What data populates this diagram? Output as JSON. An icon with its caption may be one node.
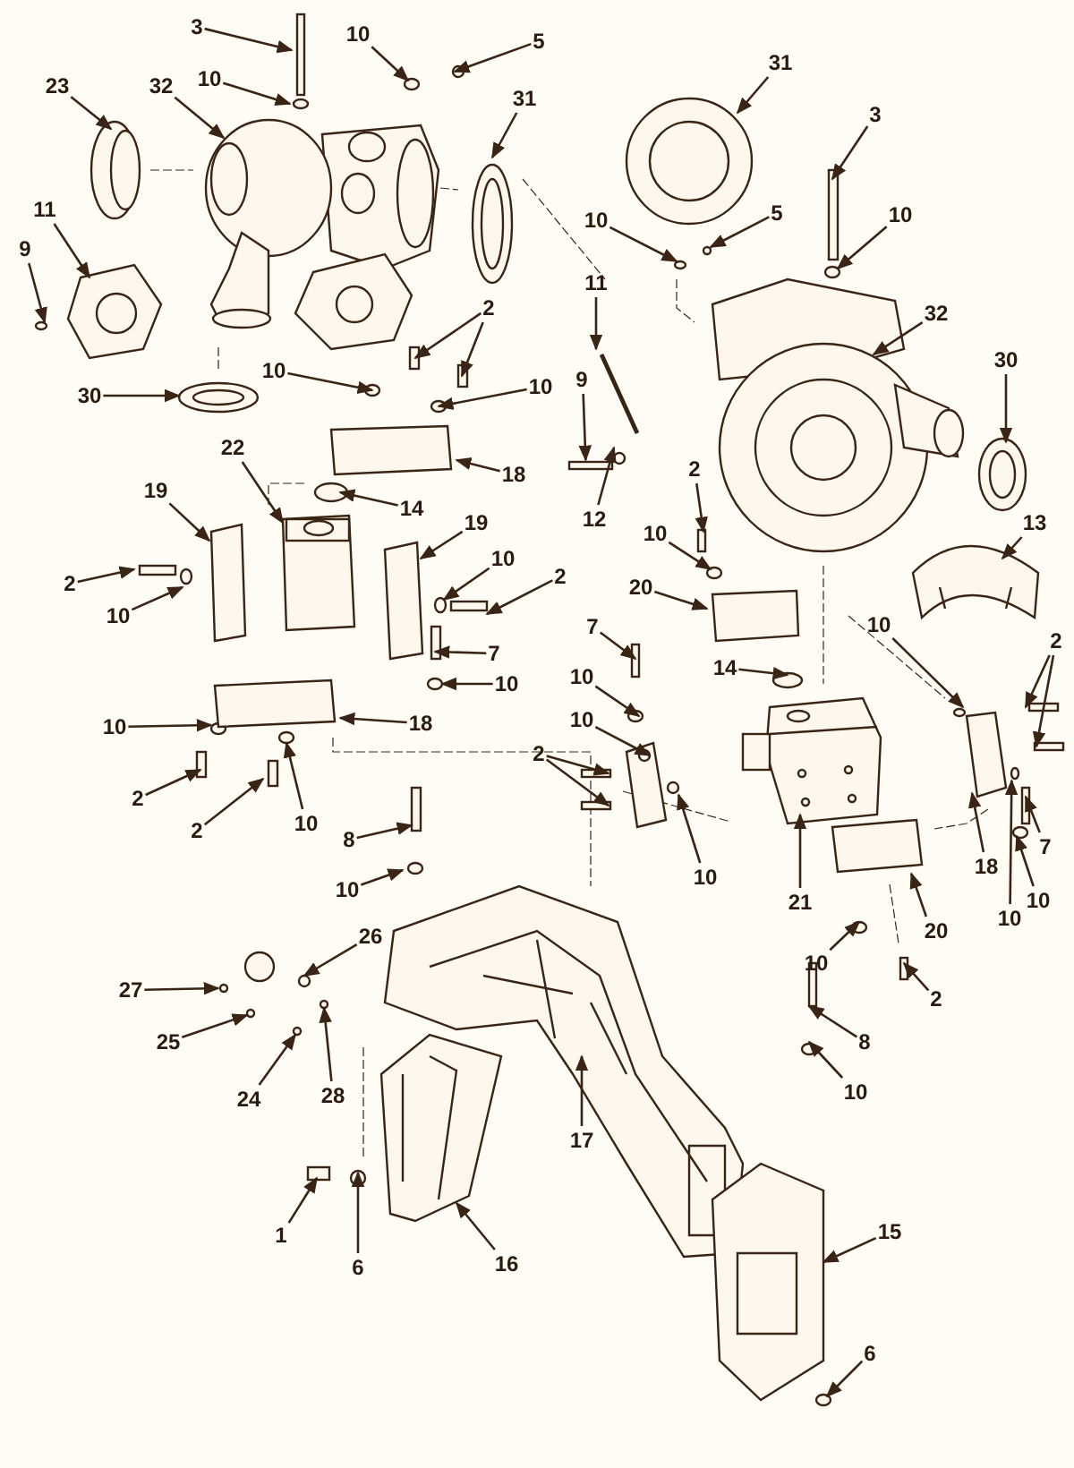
{
  "diagram": {
    "nodes": [
      {
        "text": [
          "3"
        ]
      },
      {
        "text": [
          "10"
        ]
      },
      {
        "text": [
          "10"
        ]
      },
      {
        "text": [
          "5"
        ]
      },
      {
        "text": [
          "23"
        ]
      },
      {
        "text": [
          "32"
        ]
      },
      {
        "text": [
          "31"
        ]
      },
      {
        "text": [
          "11"
        ]
      },
      {
        "text": [
          "9"
        ]
      },
      {
        "text": [
          "30"
        ]
      },
      {
        "text": [
          "10"
        ]
      },
      {
        "text": [
          "2"
        ]
      },
      {
        "text": [
          "10"
        ]
      },
      {
        "text": [
          "22"
        ]
      },
      {
        "text": [
          "18"
        ]
      },
      {
        "text": [
          "14"
        ]
      },
      {
        "text": [
          "19"
        ]
      },
      {
        "text": [
          "19"
        ]
      },
      {
        "text": [
          "10"
        ]
      },
      {
        "text": [
          "2"
        ]
      },
      {
        "text": [
          "10"
        ]
      },
      {
        "text": [
          "2"
        ]
      },
      {
        "text": [
          "7"
        ]
      },
      {
        "text": [
          "10"
        ]
      },
      {
        "text": [
          "10"
        ]
      },
      {
        "text": [
          "18"
        ]
      },
      {
        "text": [
          "2"
        ]
      },
      {
        "text": [
          "2"
        ]
      },
      {
        "text": [
          "10"
        ]
      },
      {
        "text": [
          "8"
        ]
      },
      {
        "text": [
          "10"
        ]
      },
      {
        "text": [
          "26"
        ]
      },
      {
        "text": [
          "27"
        ]
      },
      {
        "text": [
          "25"
        ]
      },
      {
        "text": [
          "24"
        ]
      },
      {
        "text": [
          "28"
        ]
      },
      {
        "text": [
          "1"
        ]
      },
      {
        "text": [
          "6"
        ]
      },
      {
        "text": [
          "16"
        ]
      },
      {
        "text": [
          "17"
        ]
      },
      {
        "text": [
          "15"
        ]
      },
      {
        "text": [
          "6"
        ]
      },
      {
        "text": [
          "31"
        ]
      },
      {
        "text": [
          "3"
        ]
      },
      {
        "text": [
          "10"
        ]
      },
      {
        "text": [
          "5"
        ]
      },
      {
        "text": [
          "10"
        ]
      },
      {
        "text": [
          "11"
        ]
      },
      {
        "text": [
          "32"
        ]
      },
      {
        "text": [
          "9"
        ]
      },
      {
        "text": [
          "12"
        ]
      },
      {
        "text": [
          "30"
        ]
      },
      {
        "text": [
          "13"
        ]
      },
      {
        "text": [
          "2"
        ]
      },
      {
        "text": [
          "10"
        ]
      },
      {
        "text": [
          "20"
        ]
      },
      {
        "text": [
          "14"
        ]
      },
      {
        "text": [
          "7"
        ]
      },
      {
        "text": [
          "10"
        ]
      },
      {
        "text": [
          "10"
        ]
      },
      {
        "text": [
          "2"
        ]
      },
      {
        "text": [
          "10"
        ]
      },
      {
        "text": [
          "2"
        ]
      },
      {
        "text": [
          "7"
        ]
      },
      {
        "text": [
          "10"
        ]
      },
      {
        "text": [
          "18"
        ]
      },
      {
        "text": [
          "10"
        ]
      },
      {
        "text": [
          "10"
        ]
      },
      {
        "text": [
          "21"
        ]
      },
      {
        "text": [
          "20"
        ]
      },
      {
        "text": [
          "10"
        ]
      },
      {
        "text": [
          "2"
        ]
      },
      {
        "text": [
          "8"
        ]
      },
      {
        "text": [
          "10"
        ]
      },
      {
        "text": [],
        "shape": "box"
      },
      {
        "text": [],
        "shape": "circle"
      },
      {
        "text": [],
        "shape": "circle"
      },
      {
        "text": [],
        "shape": "circle"
      },
      {
        "text": [],
        "shape": "circle"
      },
      {
        "text": [],
        "shape": "picture"
      },
      {
        "text": [],
        "shape": "circle"
      },
      {
        "text": [],
        "shape": "picture"
      },
      {
        "text": [],
        "shape": "circle"
      },
      {
        "text": [],
        "shape": "circle"
      },
      {
        "text": [],
        "shape": "circle"
      },
      {
        "text": [],
        "shape": "box"
      },
      {
        "text": [],
        "shape": "box"
      },
      {
        "text": [],
        "shape": "circle"
      },
      {
        "text": [],
        "shape": "picture"
      },
      {
        "text": [],
        "shape": "box"
      },
      {
        "text": [],
        "shape": "circle"
      },
      {
        "text": [],
        "shape": "box"
      },
      {
        "text": [],
        "shape": "box"
      },
      {
        "text": [],
        "shape": "circle"
      },
      {
        "text": [],
        "shape": "box"
      },
      {
        "text": [],
        "shape": "circle"
      },
      {
        "text": [],
        "shape": "box"
      },
      {
        "text": [],
        "shape": "box"
      },
      {
        "text": [],
        "shape": "circle"
      },
      {
        "text": [],
        "shape": "circle"
      },
      {
        "text": [],
        "shape": "box"
      },
      {
        "text": [],
        "shape": "box"
      },
      {
        "text": [],
        "shape": "box"
      },
      {
        "text": [],
        "shape": "circle"
      },
      {
        "text": [],
        "shape": "box"
      },
      {
        "text": [],
        "shape": "circle"
      },
      {
        "text": [],
        "shape": "circle"
      },
      {
        "text": [],
        "shape": "circle"
      },
      {
        "text": [],
        "shape": "circle"
      },
      {
        "text": [],
        "shape": "circle"
      },
      {
        "text": [],
        "shape": "circle"
      },
      {
        "text": [],
        "shape": "box"
      },
      {
        "text": [],
        "shape": "circle"
      },
      {
        "text": [],
        "shape": "picture"
      },
      {
        "text": [],
        "shape": "picture"
      },
      {
        "text": [],
        "shape": "picture"
      },
      {
        "text": [],
        "shape": "circle"
      },
      {
        "text": [],
        "shape": "circle"
      },
      {
        "text": [],
        "shape": "box"
      },
      {
        "text": [],
        "shape": "circle"
      },
      {
        "text": [],
        "shape": "circle"
      },
      {
        "text": [],
        "shape": "circle"
      },
      {
        "text": [],
        "shape": "bar"
      },
      {
        "text": [],
        "shape": "picture"
      },
      {
        "text": [],
        "shape": "box"
      },
      {
        "text": [],
        "shape": "circle"
      },
      {
        "text": [],
        "shape": "circle"
      },
      {
        "text": [],
        "shape": "picture"
      },
      {
        "text": [],
        "shape": "box"
      },
      {
        "text": [],
        "shape": "circle"
      },
      {
        "text": [],
        "shape": "box"
      },
      {
        "text": [],
        "shape": "circle"
      },
      {
        "text": [],
        "shape": "box"
      },
      {
        "text": [],
        "shape": "circle"
      },
      {
        "text": [],
        "shape": "circle"
      },
      {
        "text": [],
        "shape": "box"
      },
      {
        "text": [],
        "shape": "box"
      },
      {
        "text": [],
        "shape": "circle"
      },
      {
        "text": [],
        "shape": "box"
      },
      {
        "text": [],
        "shape": "box"
      },
      {
        "text": [],
        "shape": "box"
      },
      {
        "text": [],
        "shape": "circle"
      },
      {
        "text": [],
        "shape": "box"
      },
      {
        "text": [],
        "shape": "circle"
      },
      {
        "text": [],
        "shape": "circle"
      },
      {
        "text": [],
        "shape": "picture"
      },
      {
        "text": [],
        "shape": "box"
      },
      {
        "text": [],
        "shape": "circle"
      },
      {
        "text": [],
        "shape": "box"
      },
      {
        "text": [],
        "shape": "box"
      },
      {
        "text": [],
        "shape": "circle"
      }
    ],
    "edges": [
      {
        "from": 0,
        "to": 74,
        "arrow": "to"
      },
      {
        "from": 1,
        "to": 75,
        "arrow": "to"
      },
      {
        "from": 2,
        "to": 76,
        "arrow": "to"
      },
      {
        "from": 3,
        "to": 77,
        "arrow": "to"
      },
      {
        "from": 4,
        "to": 78,
        "arrow": "to"
      },
      {
        "from": 5,
        "to": 79,
        "arrow": "to"
      },
      {
        "from": 6,
        "to": 80,
        "arrow": "to"
      },
      {
        "from": 7,
        "to": 81,
        "arrow": "to"
      },
      {
        "from": 8,
        "to": 82,
        "arrow": "to"
      },
      {
        "from": 9,
        "to": 83,
        "arrow": "to"
      },
      {
        "from": 10,
        "to": 84,
        "arrow": "to"
      },
      {
        "from": 11,
        "to": 85,
        "arrow": "to"
      },
      {
        "from": 11,
        "to": 86,
        "arrow": "to"
      },
      {
        "from": 12,
        "to": 87,
        "arrow": "to"
      },
      {
        "from": 13,
        "to": 88,
        "arrow": "to"
      },
      {
        "from": 14,
        "to": 89,
        "arrow": "to"
      },
      {
        "from": 15,
        "to": 90,
        "arrow": "to"
      },
      {
        "from": 16,
        "to": 91,
        "arrow": "to"
      },
      {
        "from": 17,
        "to": 92,
        "arrow": "to"
      },
      {
        "from": 18,
        "to": 93,
        "arrow": "to"
      },
      {
        "from": 19,
        "to": 94,
        "arrow": "to"
      },
      {
        "from": 20,
        "to": 95,
        "arrow": "to"
      },
      {
        "from": 21,
        "to": 96,
        "arrow": "to"
      },
      {
        "from": 22,
        "to": 97,
        "arrow": "to"
      },
      {
        "from": 23,
        "to": 98,
        "arrow": "to"
      },
      {
        "from": 24,
        "to": 99,
        "arrow": "to"
      },
      {
        "from": 25,
        "to": 100,
        "arrow": "to"
      },
      {
        "from": 26,
        "to": 101,
        "arrow": "to"
      },
      {
        "from": 27,
        "to": 102,
        "arrow": "to"
      },
      {
        "from": 28,
        "to": 103,
        "arrow": "to"
      },
      {
        "from": 29,
        "to": 104,
        "arrow": "to"
      },
      {
        "from": 30,
        "to": 105,
        "arrow": "to"
      },
      {
        "from": 31,
        "to": 106,
        "arrow": "to"
      },
      {
        "from": 32,
        "to": 107,
        "arrow": "to"
      },
      {
        "from": 33,
        "to": 108,
        "arrow": "to"
      },
      {
        "from": 34,
        "to": 109,
        "arrow": "to"
      },
      {
        "from": 35,
        "to": 110,
        "arrow": "to"
      },
      {
        "from": 36,
        "to": 111,
        "arrow": "to"
      },
      {
        "from": 37,
        "to": 112,
        "arrow": "to"
      },
      {
        "from": 38,
        "to": 113,
        "arrow": "to"
      },
      {
        "from": 39,
        "to": 114,
        "arrow": "to"
      },
      {
        "from": 40,
        "to": 115,
        "arrow": "to"
      },
      {
        "from": 41,
        "to": 116,
        "arrow": "to"
      },
      {
        "from": 42,
        "to": 117,
        "arrow": "to"
      },
      {
        "from": 43,
        "to": 118,
        "arrow": "to"
      },
      {
        "from": 44,
        "to": 119,
        "arrow": "to"
      },
      {
        "from": 45,
        "to": 120,
        "arrow": "to"
      },
      {
        "from": 46,
        "to": 121,
        "arrow": "to"
      },
      {
        "from": 47,
        "to": 122,
        "arrow": "to"
      },
      {
        "from": 48,
        "to": 123,
        "arrow": "to"
      },
      {
        "from": 49,
        "to": 124,
        "arrow": "to"
      },
      {
        "from": 50,
        "to": 125,
        "arrow": "to"
      },
      {
        "from": 51,
        "to": 126,
        "arrow": "to"
      },
      {
        "from": 52,
        "to": 127,
        "arrow": "to"
      },
      {
        "from": 53,
        "to": 128,
        "arrow": "to"
      },
      {
        "from": 54,
        "to": 129,
        "arrow": "to"
      },
      {
        "from": 55,
        "to": 130,
        "arrow": "to"
      },
      {
        "from": 56,
        "to": 131,
        "arrow": "to"
      },
      {
        "from": 57,
        "to": 132,
        "arrow": "to"
      },
      {
        "from": 58,
        "to": 133,
        "arrow": "to"
      },
      {
        "from": 59,
        "to": 134,
        "arrow": "to"
      },
      {
        "from": 60,
        "to": 135,
        "arrow": "to"
      },
      {
        "from": 60,
        "to": 136,
        "arrow": "to"
      },
      {
        "from": 61,
        "to": 137,
        "arrow": "to"
      },
      {
        "from": 62,
        "to": 138,
        "arrow": "to"
      },
      {
        "from": 62,
        "to": 139,
        "arrow": "to"
      },
      {
        "from": 63,
        "to": 140,
        "arrow": "to"
      },
      {
        "from": 64,
        "to": 141,
        "arrow": "to"
      },
      {
        "from": 65,
        "to": 142,
        "arrow": "to"
      },
      {
        "from": 66,
        "to": 143,
        "arrow": "to"
      },
      {
        "from": 67,
        "to": 144,
        "arrow": "to"
      },
      {
        "from": 68,
        "to": 145,
        "arrow": "to"
      },
      {
        "from": 69,
        "to": 146,
        "arrow": "to"
      },
      {
        "from": 70,
        "to": 147,
        "arrow": "to"
      },
      {
        "from": 71,
        "to": 148,
        "arrow": "to"
      },
      {
        "from": 72,
        "to": 149,
        "arrow": "to"
      },
      {
        "from": 73,
        "to": 150,
        "arrow": "to"
      }
    ]
  }
}
